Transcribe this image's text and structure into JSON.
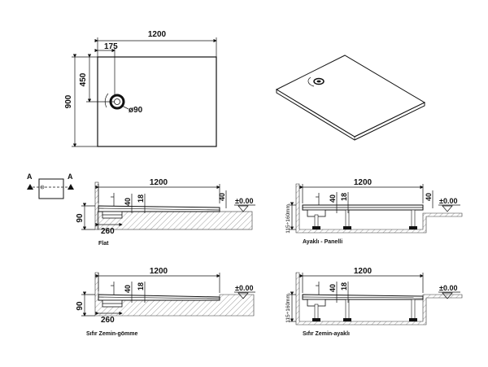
{
  "plan": {
    "width_dim": "1200",
    "offset_dim": "175",
    "half_depth_dim": "450",
    "depth_dim": "900",
    "drain_dim": "ø90"
  },
  "key": {
    "left_marker": "A",
    "right_marker": "A"
  },
  "sections": [
    {
      "caption": "Flat",
      "width_dim": "1200",
      "d40a": "40",
      "d18": "18",
      "d40b": "40",
      "level": "±0.00",
      "height_dim": "90",
      "drain_pos_dim": "260"
    },
    {
      "caption": "Ayaklı - Panelli",
      "width_dim": "1200",
      "d40a": "40",
      "d18": "18",
      "d40b": "40",
      "level": "±0.00",
      "height_dim": "115÷160mm."
    },
    {
      "caption": "Sıfır Zemin-gömme",
      "width_dim": "1200",
      "d40a": "40",
      "d18": "18",
      "level": "±0.00",
      "height_dim": "90",
      "drain_pos_dim": "260"
    },
    {
      "caption": "Sıfır Zemin-ayaklı",
      "width_dim": "1200",
      "d40a": "40",
      "d18": "18",
      "level": "±0.00",
      "height_dim": "115÷160mm."
    }
  ]
}
